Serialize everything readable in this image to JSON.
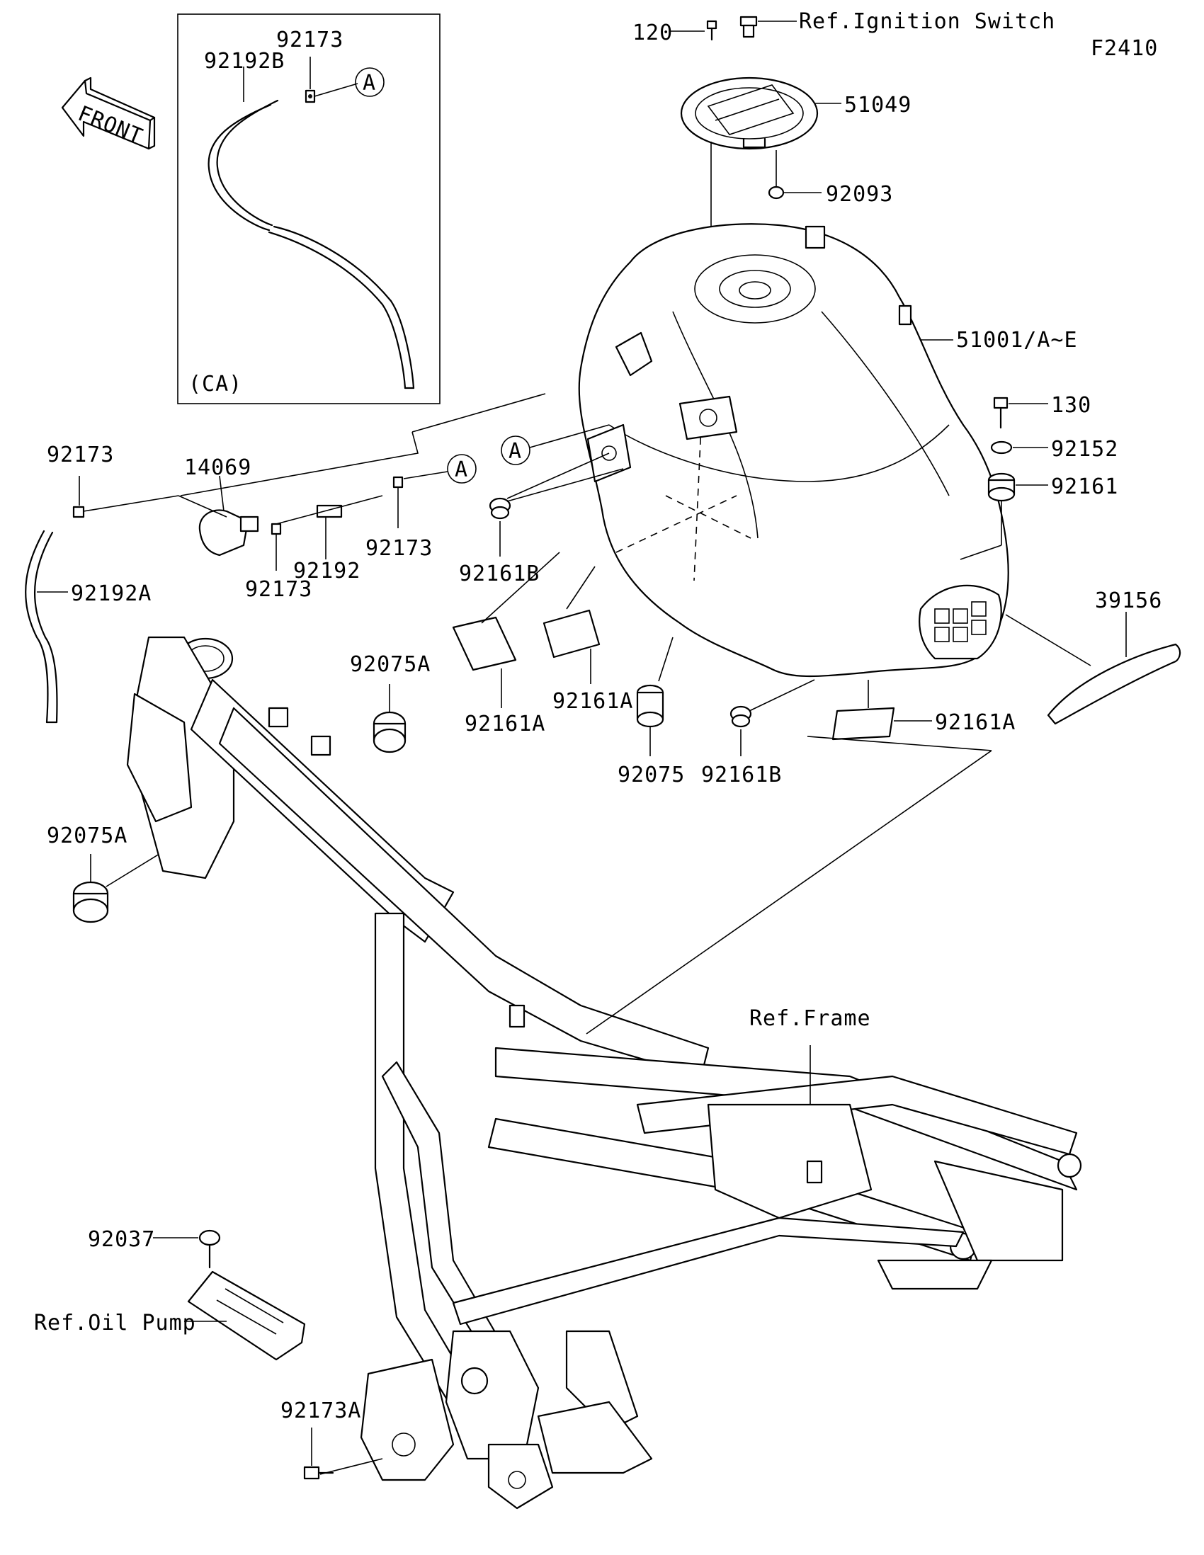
{
  "figure_code": "F2410",
  "front_arrow": {
    "label": "FRONT"
  },
  "inset_box": {
    "caption": "(CA)"
  },
  "reference_markers": {
    "a1": "A",
    "a2": "A",
    "a3": "A"
  },
  "labels": {
    "p120": "120",
    "ref_ignition": "Ref.Ignition Switch",
    "p51049": "51049",
    "p92093": "92093",
    "p51001": "51001/A~E",
    "p130": "130",
    "p92152": "92152",
    "p92161": "92161",
    "p39156": "39156",
    "p92161A_right": "92161A",
    "p92161B_right": "92161B",
    "p92075": "92075",
    "p92161A_mid": "92161A",
    "p92161A_left": "92161A",
    "p92161B_left": "92161B",
    "p92173_inset": "92173",
    "p92192B": "92192B",
    "p92173_topleft": "92173",
    "p14069": "14069",
    "p92192A": "92192A",
    "p92173_lower": "92173",
    "p92192": "92192",
    "p92173_right": "92173",
    "p92075A_top": "92075A",
    "p92075A_left": "92075A",
    "ref_frame": "Ref.Frame",
    "p92037": "92037",
    "ref_oil_pump": "Ref.Oil Pump",
    "p92173A": "92173A"
  },
  "colors": {
    "line": "#000000",
    "background": "#ffffff"
  }
}
